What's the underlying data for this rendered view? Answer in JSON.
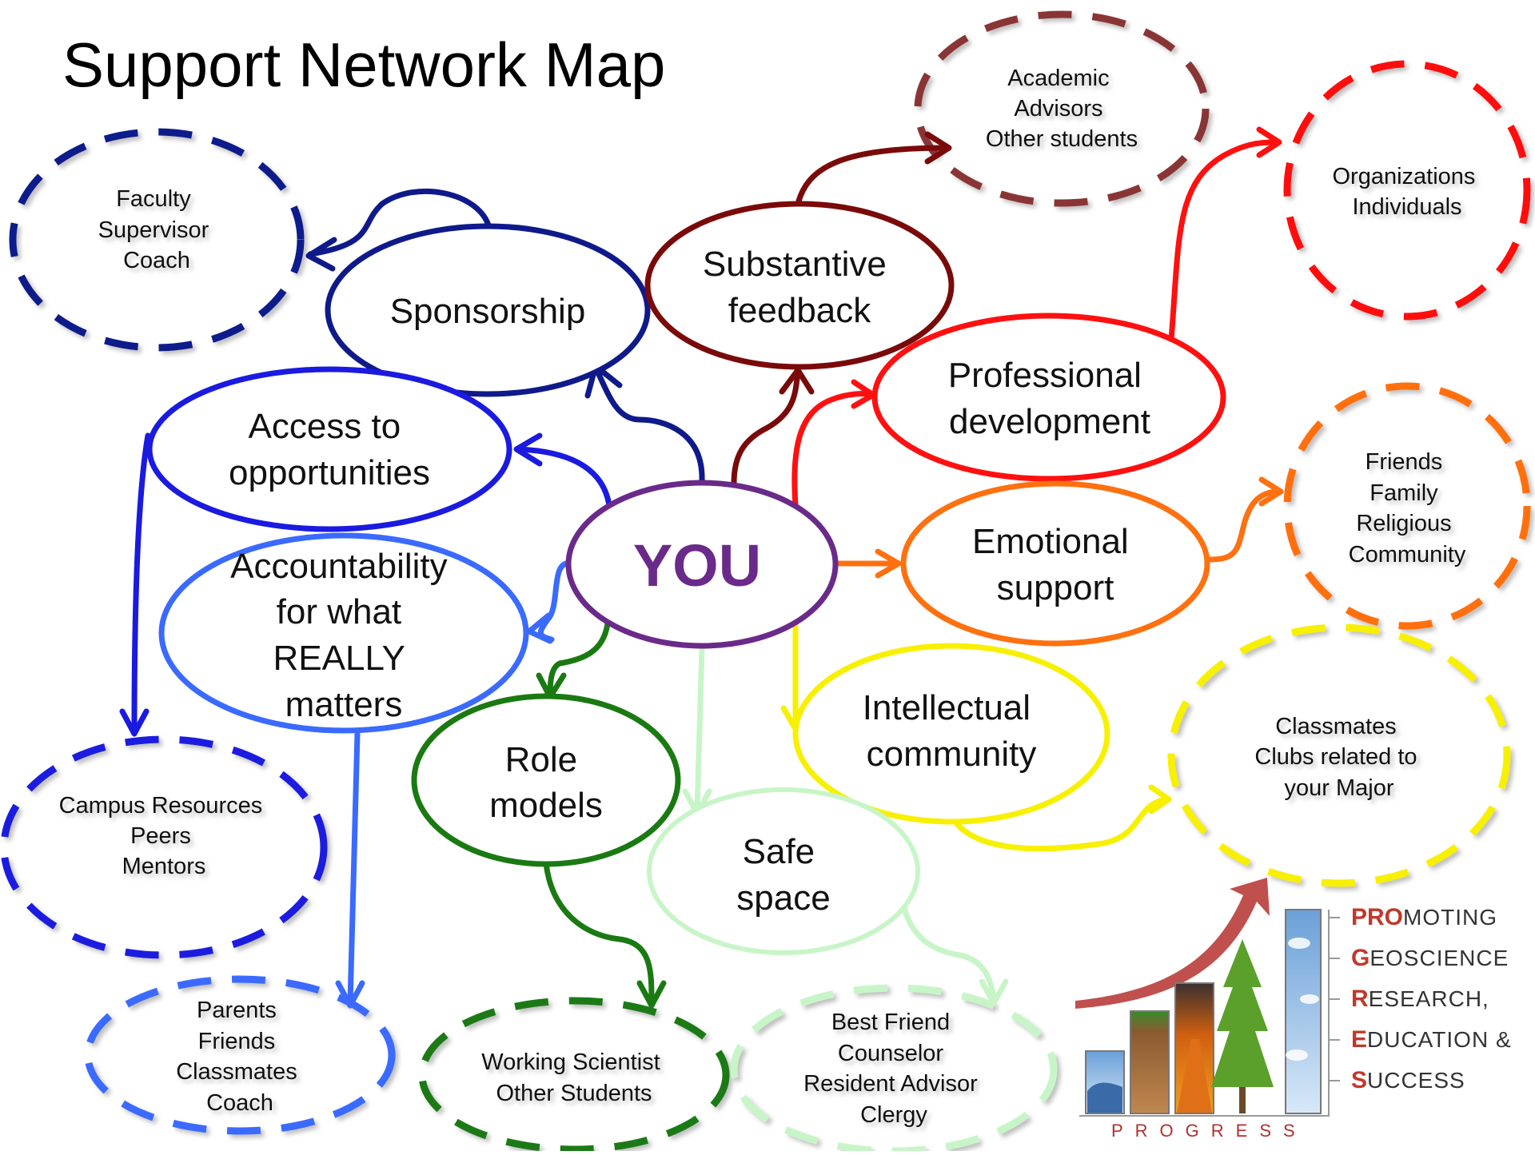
{
  "title": "Support Network Map",
  "center": {
    "label": "YOU",
    "color": "#6a2a8a"
  },
  "nodes": [
    {
      "id": "sponsorship",
      "lines": [
        "Sponsorship"
      ],
      "color": "#0f1a8a",
      "resources": [
        "Faculty",
        "Supervisor",
        "Coach"
      ]
    },
    {
      "id": "substantive-feedback",
      "lines": [
        "Substantive",
        "feedback"
      ],
      "color": "#7a0a0a",
      "resources": [
        "Academic",
        "Advisors",
        "Other students"
      ]
    },
    {
      "id": "professional-development",
      "lines": [
        "Professional",
        "development"
      ],
      "color": "#ff1010",
      "resources": [
        "Organizations",
        "Individuals"
      ]
    },
    {
      "id": "emotional-support",
      "lines": [
        "Emotional",
        "support"
      ],
      "color": "#ff7010",
      "resources": [
        "Friends",
        "Family",
        "Religious",
        "Community"
      ]
    },
    {
      "id": "intellectual-community",
      "lines": [
        "Intellectual",
        "community"
      ],
      "color": "#f7f000",
      "resources": [
        "Classmates",
        "Clubs related to",
        "your Major"
      ]
    },
    {
      "id": "access-to-opportunities",
      "lines": [
        "Access to",
        "opportunities"
      ],
      "color": "#1a1ae0",
      "resources": [
        "Campus Resources",
        "Peers",
        "Mentors"
      ]
    },
    {
      "id": "accountability",
      "lines": [
        "Accountability",
        "for what",
        "REALLY",
        "matters"
      ],
      "color": "#3a6aff",
      "resources": [
        "Parents",
        "Friends",
        "Classmates",
        "Coach"
      ]
    },
    {
      "id": "role-models",
      "lines": [
        "Role",
        "models"
      ],
      "color": "#1a7a12",
      "resources": [
        "Working Scientist",
        "Other Students"
      ]
    },
    {
      "id": "safe-space",
      "lines": [
        "Safe",
        "space"
      ],
      "color": "#c8f5c8",
      "resources": [
        "Best Friend",
        "Counselor",
        "Resident Advisor",
        "Clergy"
      ]
    }
  ],
  "logo": {
    "acronym_lines": [
      {
        "caps": "PRO",
        "rest": "MOTING"
      },
      {
        "caps": "G",
        "rest": "EOSCIENCE"
      },
      {
        "caps": "R",
        "rest": "ESEARCH,"
      },
      {
        "caps": "E",
        "rest": "DUCATION &"
      },
      {
        "caps": "S",
        "rest": "UCCESS"
      }
    ],
    "wordmark": "PROGRESS"
  }
}
